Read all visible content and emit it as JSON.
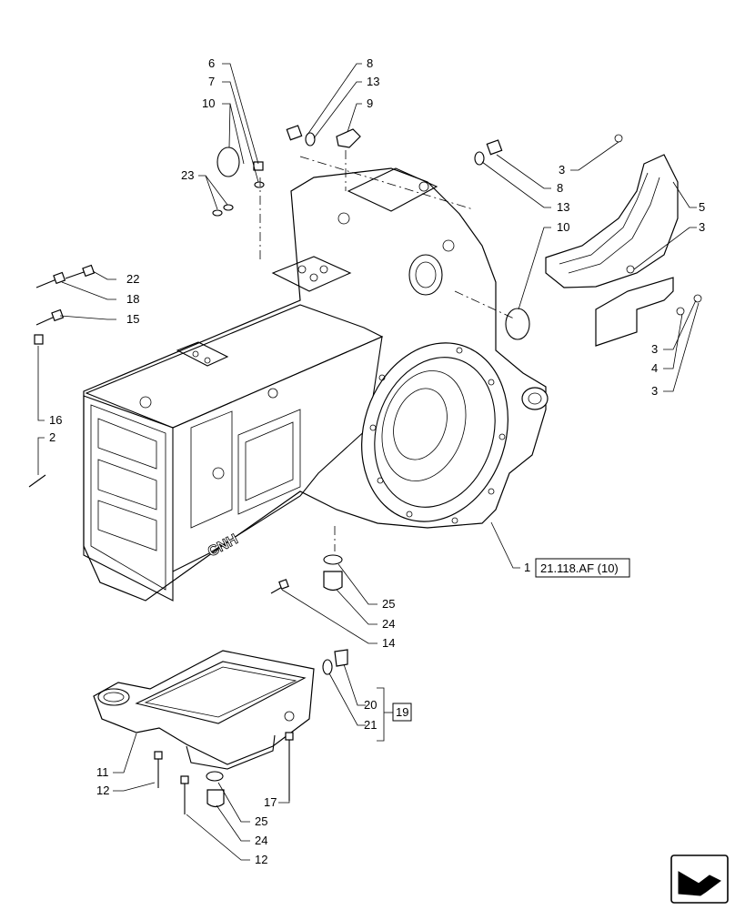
{
  "callouts": {
    "c1": "1",
    "c2": "2",
    "c3a": "3",
    "c3b": "3",
    "c3c": "3",
    "c3d": "3",
    "c4": "4",
    "c5": "5",
    "c6": "6",
    "c7": "7",
    "c8a": "8",
    "c8b": "8",
    "c9": "9",
    "c10a": "10",
    "c10b": "10",
    "c11": "11",
    "c12a": "12",
    "c12b": "12",
    "c13a": "13",
    "c13b": "13",
    "c14": "14",
    "c15": "15",
    "c16": "16",
    "c17": "17",
    "c18": "18",
    "c20": "20",
    "c21": "21",
    "c22": "22",
    "c23": "23",
    "c24a": "24",
    "c24b": "24",
    "c25a": "25",
    "c25b": "25"
  },
  "references": {
    "housing_ref": "21.118.AF (10)",
    "kit_ref": "19"
  },
  "icons": {
    "nav": "arrow-icon"
  }
}
